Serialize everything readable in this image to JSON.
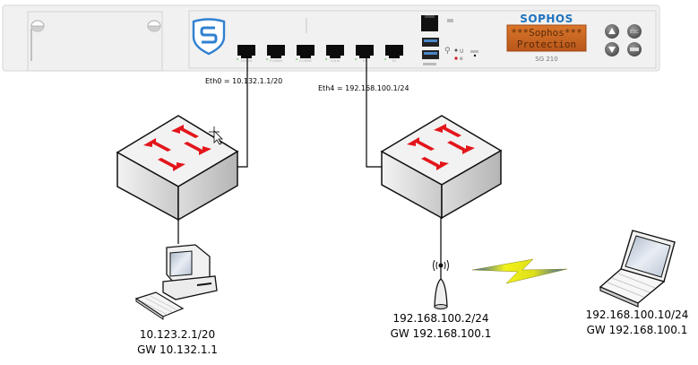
{
  "appliance": {
    "brand": "SOPHOS",
    "model": "SG 210",
    "lcd_line1": "***Sophos***",
    "lcd_line2": "Protection",
    "ports": [
      {
        "label": "E0/LAN"
      },
      {
        "label": "E1/WAN"
      },
      {
        "label": "E2/DMZ"
      },
      {
        "label": "E3/HA"
      },
      {
        "label": "E4"
      },
      {
        "label": "E5"
      }
    ],
    "buttons": {
      "up": "up-arrow",
      "down": "down-arrow",
      "esc": "ESC",
      "enter": "enter"
    },
    "colors": {
      "brand": "#1e73be",
      "lcd": "#c9641d",
      "chassis": "#f1f1f1"
    }
  },
  "links": {
    "eth0_label": "Eth0 = 10.132.1.1/20",
    "eth4_label": "Eth4 = 192.168.100.1/24"
  },
  "devices": {
    "pc": {
      "ip": "10.123.2.1/20",
      "gw": "GW 10.132.1.1"
    },
    "access_point": {
      "ip": "192.168.100.2/24",
      "gw": "GW 192.168.100.1"
    },
    "laptop": {
      "ip": "192.168.100.10/24",
      "gw": "GW 192.168.100.1"
    }
  },
  "colors": {
    "arrow": "#e3161b",
    "wireless_bolt": "#e8e81e",
    "line": "#000000"
  }
}
